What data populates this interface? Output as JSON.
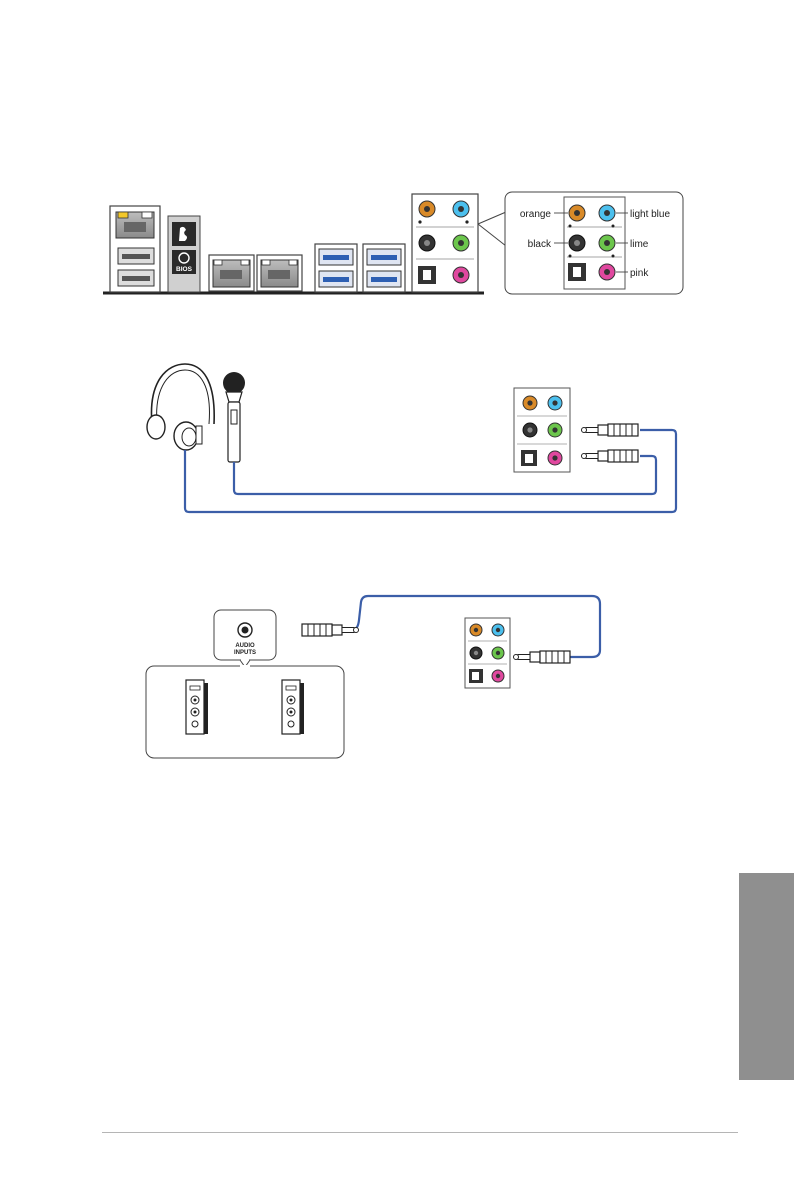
{
  "audio_legend": {
    "labels": {
      "orange": "orange",
      "light_blue": "light blue",
      "black": "black",
      "lime": "lime",
      "pink": "pink"
    },
    "colors": {
      "orange": "#d98a28",
      "light_blue": "#4cc0ee",
      "black": "#333333",
      "lime": "#6cc64c",
      "pink": "#e0489f"
    }
  },
  "rear_panel": {
    "bios_label": "BIOS"
  },
  "speaker_box": {
    "jack_label_1": "AUDIO",
    "jack_label_2": "INPUTS"
  },
  "colors": {
    "cable": "#3b5ea8",
    "side_tab": "#8f8f8f"
  }
}
